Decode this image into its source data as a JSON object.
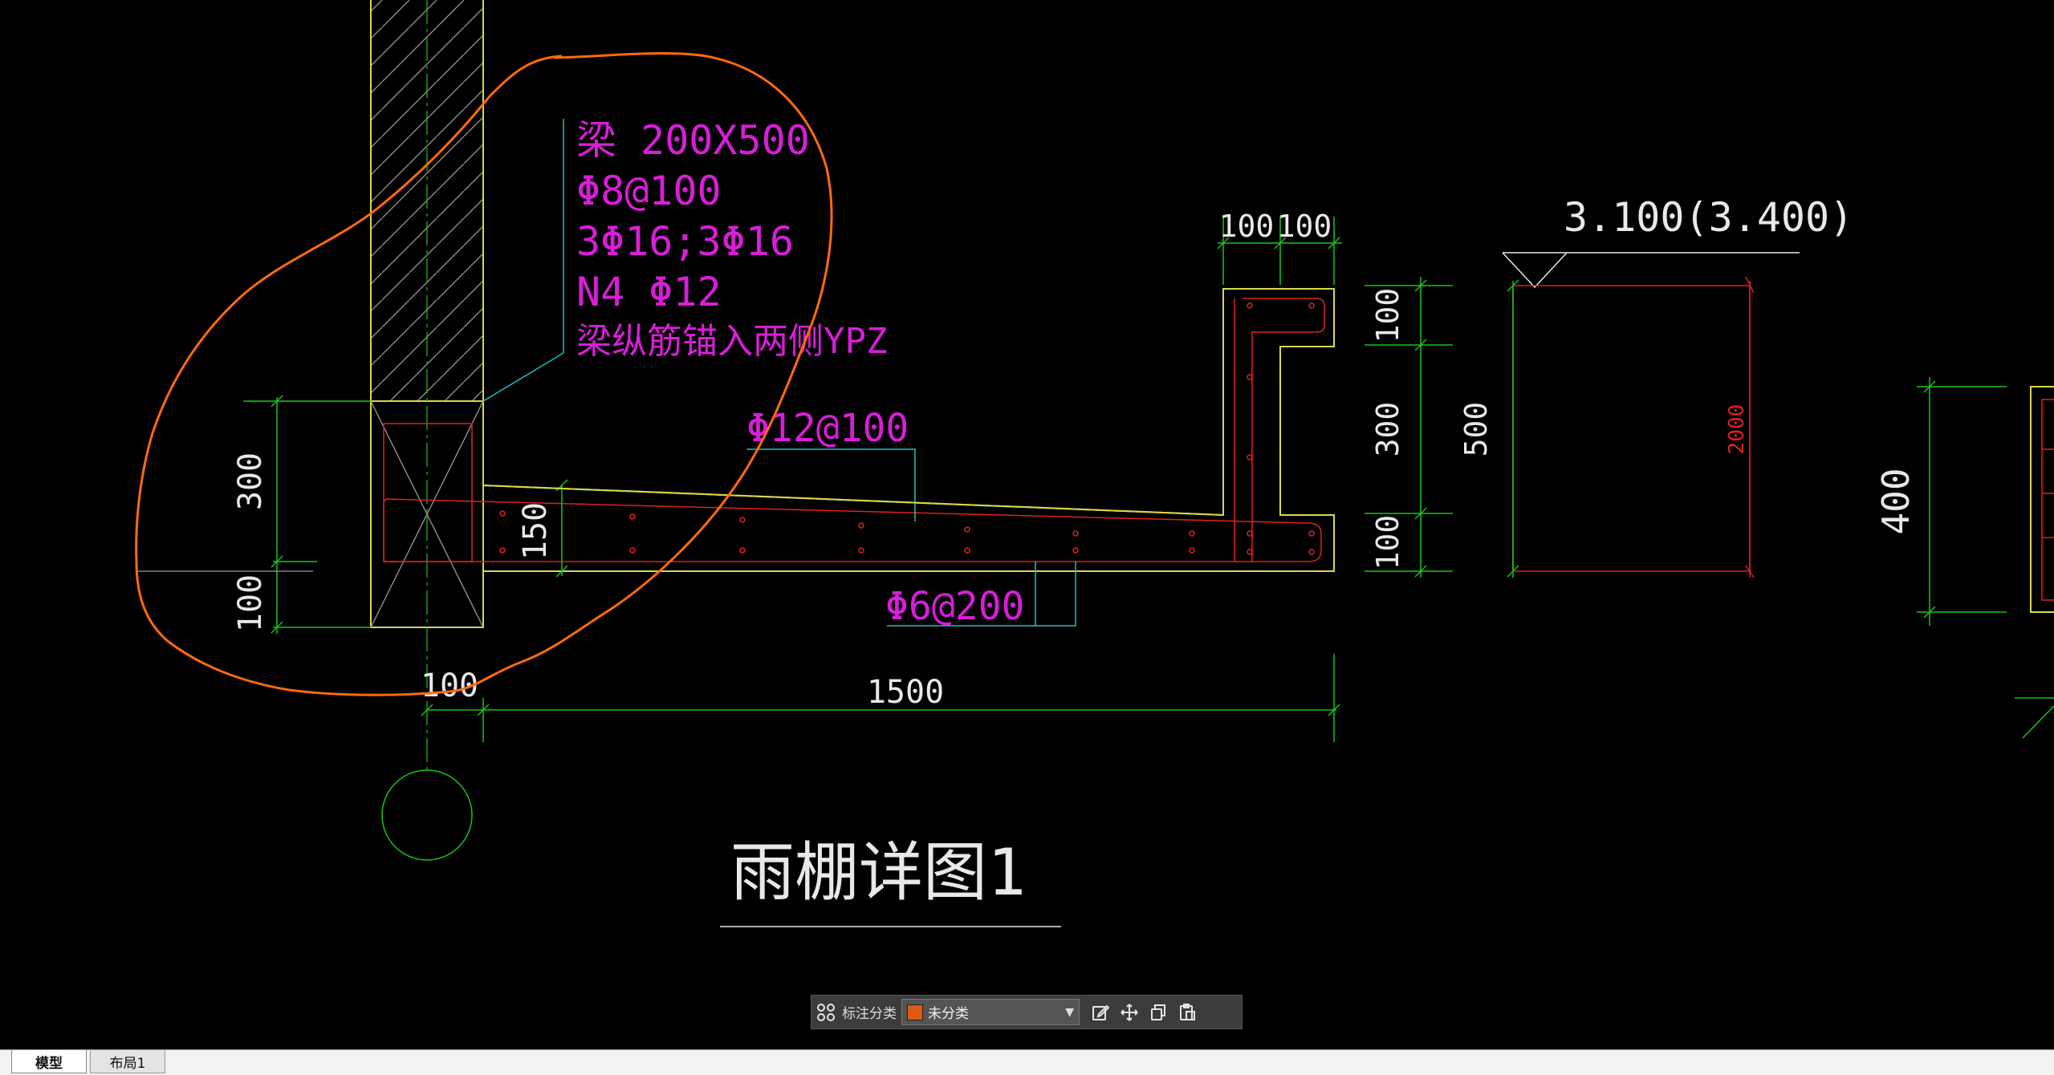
{
  "drawing": {
    "title": "雨棚详图1",
    "beam_note_lines": [
      "梁 200X500",
      "Φ8@100",
      "3Φ16;3Φ16",
      "N4 Φ12",
      "梁纵筋锚入两侧YPZ"
    ],
    "rebar_top": "Φ12@100",
    "rebar_bottom": "Φ6@200",
    "dims": {
      "beam_300": "300",
      "beam_100": "100",
      "slab_150": "150",
      "wall_100": "100",
      "span_1500": "1500",
      "top_100_left": "100",
      "top_100_right": "100",
      "sec_100_top": "100",
      "sec_300": "300",
      "sec_100_bot": "100",
      "sec_500": "500",
      "sec_2000": "2000",
      "far_400": "400"
    },
    "elevation": "3.100(3.400)",
    "colors": {
      "magenta": "#d81ed8",
      "green": "#19c419",
      "red": "#e02020",
      "yellow": "#d8d84a",
      "cyan": "#20c0c0",
      "orange": "#ff6a10",
      "white": "#e8e8e8"
    }
  },
  "toolbar": {
    "grid_icon": "grid-icon",
    "label": "标注分类",
    "category_value": "未分类",
    "category_color": "#e05a10",
    "actions": [
      "edit-icon",
      "move-icon",
      "copy-icon",
      "paste-icon"
    ]
  },
  "tabs": {
    "model": "模型",
    "layout1": "布局1"
  }
}
